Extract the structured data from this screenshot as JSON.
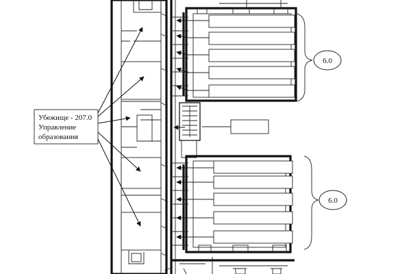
{
  "shelter_label": {
    "lines": [
      "Убежище - 207.0",
      "Управление",
      "образования"
    ]
  },
  "capacity_labels": [
    {
      "text": "6.0"
    },
    {
      "text": "6.0"
    }
  ],
  "colors": {
    "line": "#111111",
    "background": "#ffffff"
  }
}
